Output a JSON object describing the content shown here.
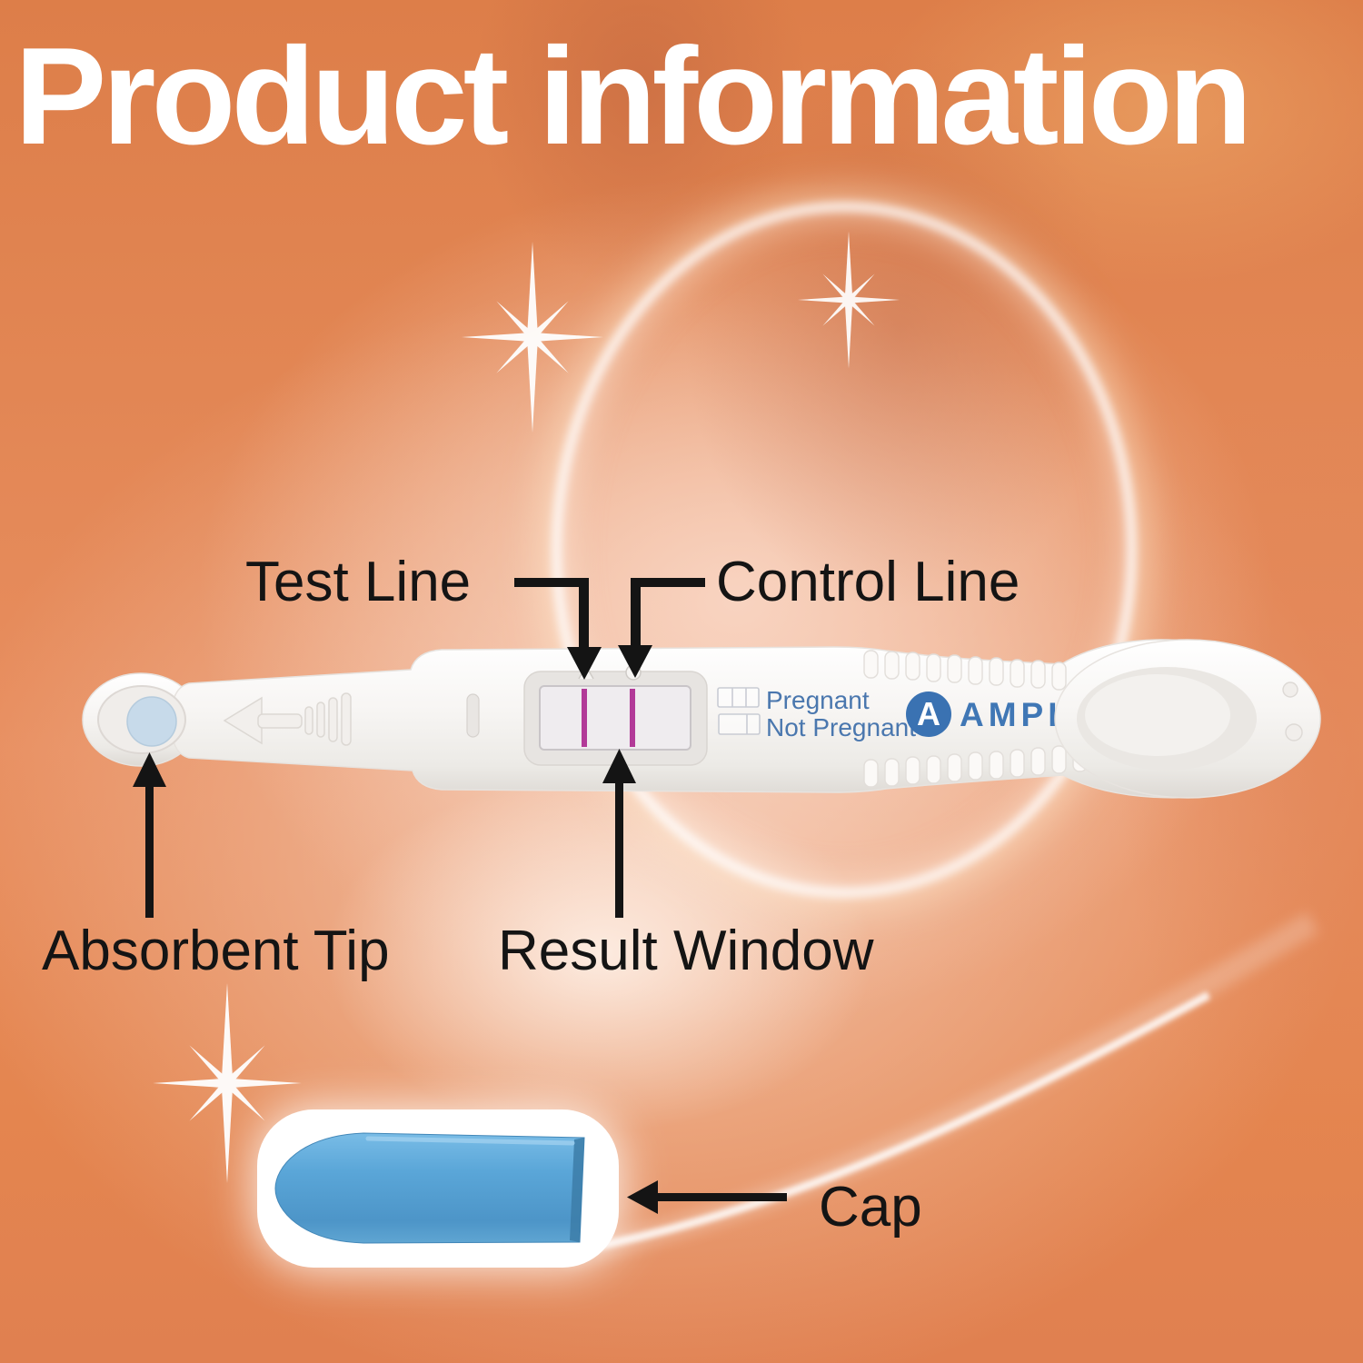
{
  "title": "Product information",
  "device": {
    "brand": "AMPLIM",
    "logo_monogram": "A",
    "legend": {
      "pregnant_label": "Pregnant",
      "not_pregnant_label": "Not Pregnant"
    }
  },
  "annotations": {
    "test_line": "Test Line",
    "control_line": "Control Line",
    "absorbent_tip": "Absorbent Tip",
    "result_window": "Result Window",
    "cap": "Cap"
  },
  "colors": {
    "background_orange": "#e2874f",
    "title_white": "#ffffff",
    "annotation_black": "#141414",
    "legend_text_blue": "#4a77ae",
    "logo_blue": "#3a72b2",
    "brand_text_blue": "#4077b5",
    "cap_blue": "#58a5d6",
    "result_line_magenta": "#b23a98",
    "absorbent_pad_blue": "#c7daea"
  }
}
